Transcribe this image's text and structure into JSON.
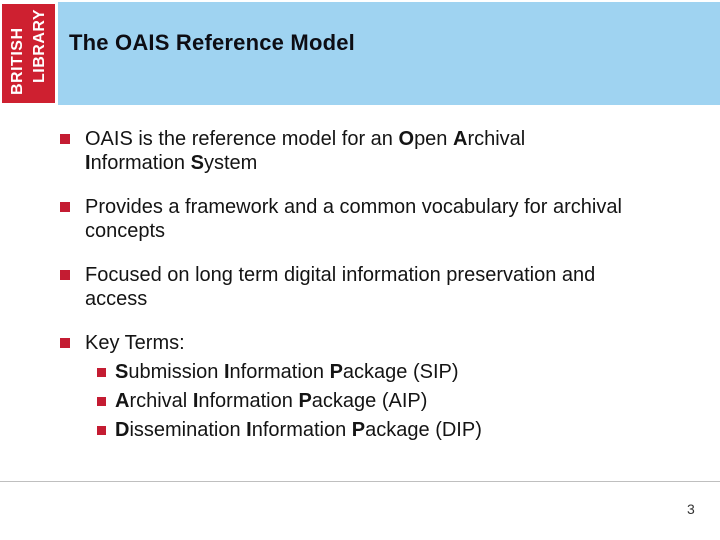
{
  "logo": {
    "line1": "BRITISH",
    "line2": "LIBRARY"
  },
  "header": {
    "title": "The OAIS Reference Model"
  },
  "content": {
    "bullets": [
      {
        "lines": [
          [
            {
              "t": "OAIS is the reference model for an "
            },
            {
              "t": "O",
              "b": true
            },
            {
              "t": "pen "
            },
            {
              "t": "A",
              "b": true
            },
            {
              "t": "rchival"
            }
          ],
          [
            {
              "t": "I",
              "b": true
            },
            {
              "t": "nformation "
            },
            {
              "t": "S",
              "b": true
            },
            {
              "t": "ystem"
            }
          ]
        ]
      },
      {
        "lines": [
          [
            {
              "t": "Provides a framework and a common vocabulary for archival"
            }
          ],
          [
            {
              "t": "concepts"
            }
          ]
        ]
      },
      {
        "lines": [
          [
            {
              "t": "Focused on long term digital information preservation and"
            }
          ],
          [
            {
              "t": "access"
            }
          ]
        ]
      },
      {
        "lines": [
          [
            {
              "t": "Key Terms:"
            }
          ]
        ],
        "children": [
          {
            "runs": [
              {
                "t": "S",
                "b": true
              },
              {
                "t": "ubmission "
              },
              {
                "t": "I",
                "b": true
              },
              {
                "t": "nformation "
              },
              {
                "t": "P",
                "b": true
              },
              {
                "t": "ackage (SIP)"
              }
            ]
          },
          {
            "runs": [
              {
                "t": "A",
                "b": true
              },
              {
                "t": "rchival "
              },
              {
                "t": "I",
                "b": true
              },
              {
                "t": "nformation "
              },
              {
                "t": "P",
                "b": true
              },
              {
                "t": "ackage (AIP)"
              }
            ]
          },
          {
            "runs": [
              {
                "t": "D",
                "b": true
              },
              {
                "t": "issemination "
              },
              {
                "t": "I",
                "b": true
              },
              {
                "t": "nformation "
              },
              {
                "t": "P",
                "b": true
              },
              {
                "t": "ackage (DIP)"
              }
            ]
          }
        ]
      }
    ]
  },
  "footer": {
    "page_number": "3"
  },
  "colors": {
    "logo_red": "#CE2030",
    "bullet_red": "#C41C32",
    "header_blue": "#9FD3F1",
    "title_text": "#0D0D14",
    "body_text": "#141414",
    "footer_line": "#BFBFBF",
    "page_number_text": "#333333",
    "logo_text": "#FFFFFF"
  }
}
